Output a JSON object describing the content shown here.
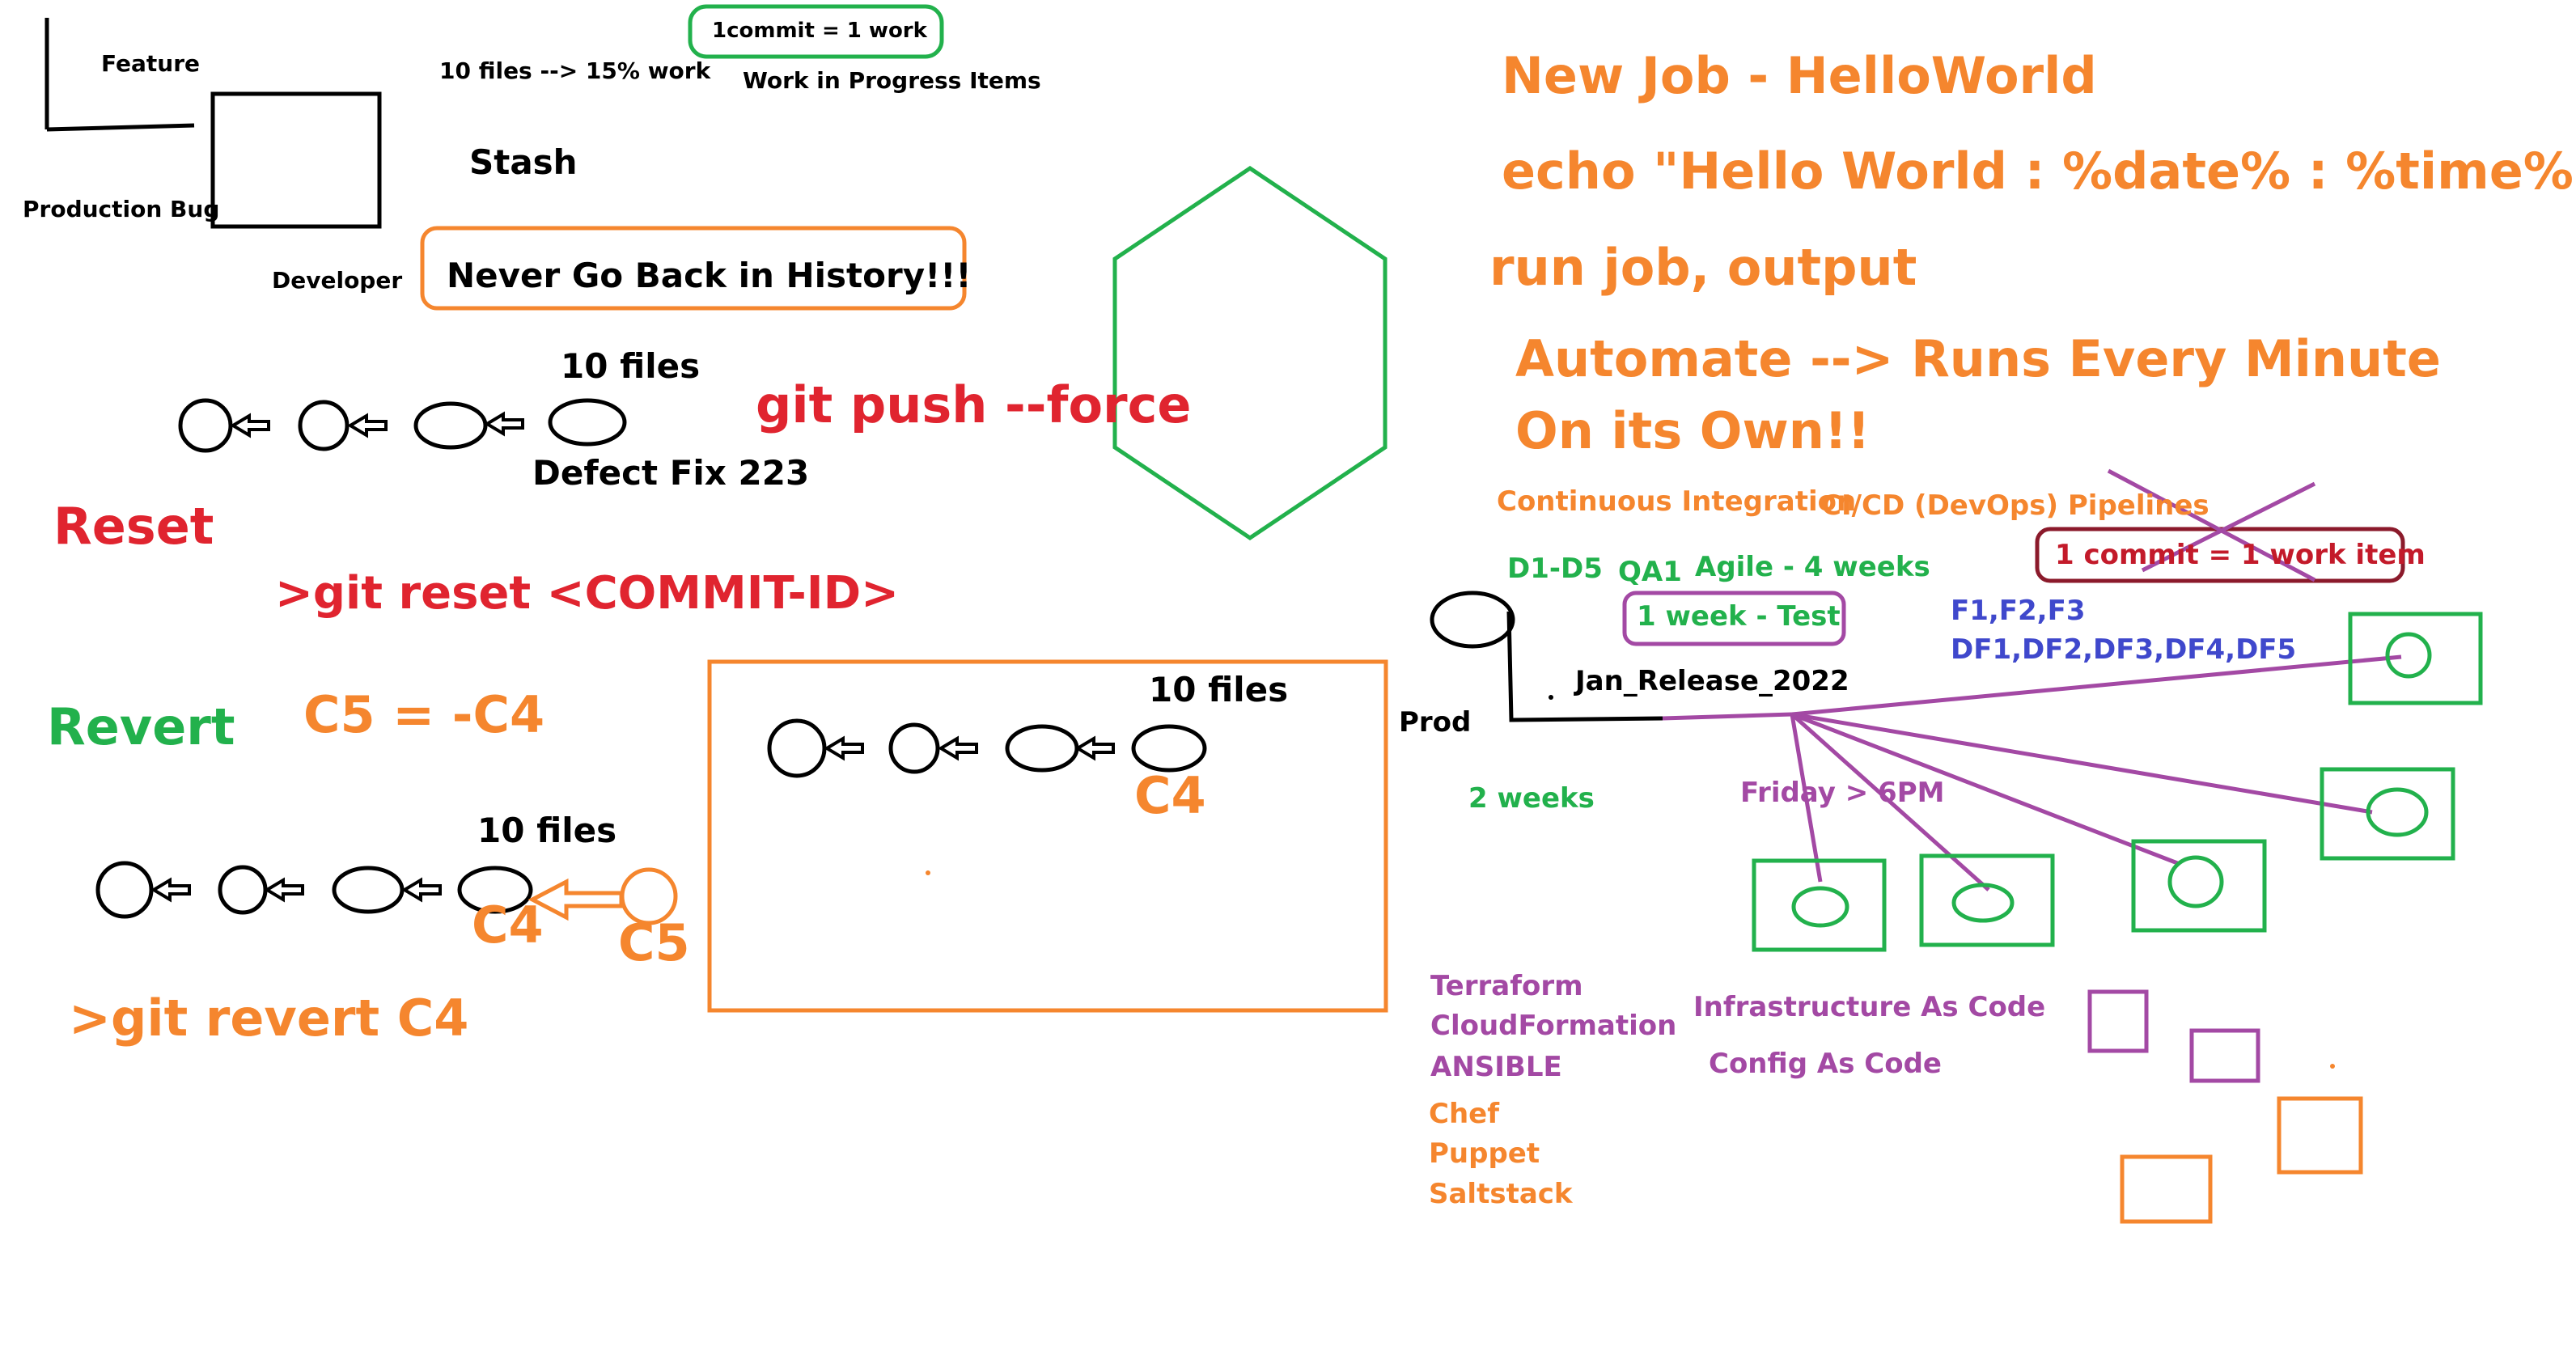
{
  "colors": {
    "black": "#000000",
    "red": "#e0242f",
    "orange": "#f5862e",
    "green": "#22b14c",
    "purple": "#a349a4",
    "blue": "#3f48cc",
    "maroon": "#8b1a2b"
  },
  "left": {
    "feature": "Feature",
    "production_bug": "Production Bug",
    "developer": "Developer",
    "ten_files_15": "10 files --> 15% work",
    "one_commit": "1commit = 1 work",
    "wip": "Work in Progress Items",
    "stash": "Stash",
    "never_go_back": "Never Go Back in History!!!",
    "ten_files_a": "10 files",
    "defect_fix": "Defect Fix 223",
    "git_push_force": "git push --force",
    "reset": "Reset",
    "git_reset": ">git reset <COMMIT-ID>",
    "revert": "Revert",
    "c5_eq": "C5 = -C4",
    "ten_files_b": "10 files",
    "c4_box": "C4",
    "ten_files_c": "10 files",
    "c4_chain": "C4",
    "c5_chain": "C5",
    "git_revert": ">git revert C4"
  },
  "right": {
    "new_job": "New Job - HelloWorld",
    "echo": "echo \"Hello World : %date% : %time%",
    "run_job": "run job, output",
    "automate": "Automate --> Runs Every Minute",
    "own": "On its Own!!",
    "ci": "Continuous Integration",
    "cicd": "CI/CD (DevOps) Pipelines",
    "one_commit_item": "1 commit = 1 work item",
    "d1d5": "D1-D5",
    "qa1": "QA1",
    "agile": "Agile - 4 weeks",
    "one_week_test": "1 week - Test",
    "f123": "F1,F2,F3",
    "df": "DF1,DF2,DF3,DF4,DF5",
    "jan_release": "Jan_Release_2022",
    "prod": "Prod",
    "two_weeks": "2 weeks",
    "friday": "Friday > 6PM",
    "terraform": "Terraform",
    "cloudformation": "CloudFormation",
    "ansible": "ANSIBLE",
    "chef": "Chef",
    "puppet": "Puppet",
    "saltstack": "Saltstack",
    "iac": "Infrastructure As Code",
    "cac": "Config As Code"
  }
}
